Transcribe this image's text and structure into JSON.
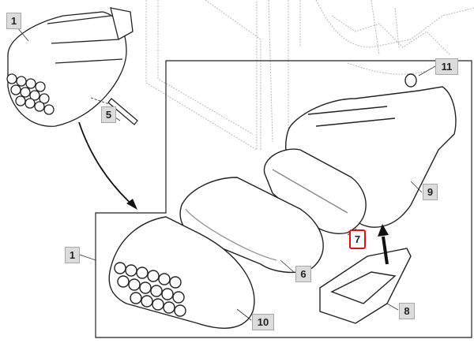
{
  "diagram": {
    "title": "Air filter assembly exploded view",
    "highlight_color": "#e01010",
    "callouts": [
      {
        "id": "c1a",
        "label": "1"
      },
      {
        "id": "c5",
        "label": "5"
      },
      {
        "id": "c11",
        "label": "11"
      },
      {
        "id": "c9",
        "label": "9"
      },
      {
        "id": "c7",
        "label": "7",
        "highlighted": true
      },
      {
        "id": "c1b",
        "label": "1"
      },
      {
        "id": "c6",
        "label": "6"
      },
      {
        "id": "c8",
        "label": "8"
      },
      {
        "id": "c10",
        "label": "10"
      }
    ]
  }
}
